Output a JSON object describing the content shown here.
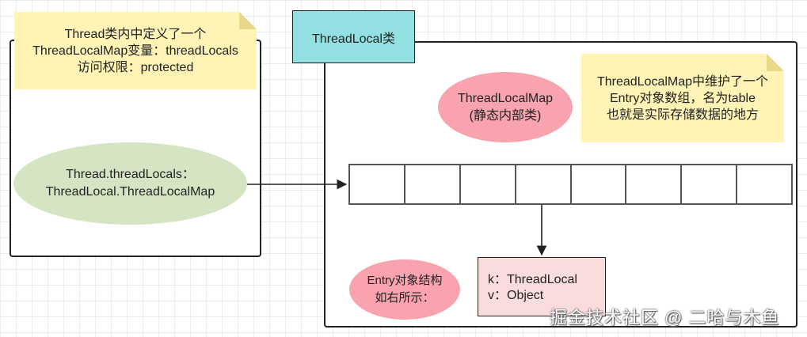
{
  "thread_note": {
    "text": "Thread类内中定义了一个\nThreadLocalMap变量：threadLocals\n访问权限：protected"
  },
  "threadlocal_class": {
    "label": "ThreadLocal类"
  },
  "thread_threadlocals": {
    "text": "Thread.threadLocals：\nThreadLocal.ThreadLocalMap"
  },
  "threadlocalmap": {
    "text": "ThreadLocalMap\n(静态内部类)"
  },
  "map_note": {
    "text": "ThreadLocalMap中维护了一个\nEntry对象数组，名为table\n也就是实际存储数据的地方"
  },
  "entry_array": {
    "cell_count": 8
  },
  "entry_struct": {
    "text": "Entry对象结构\n如右所示："
  },
  "entry_fields": {
    "k": "k：ThreadLocal",
    "v": "v：Object"
  },
  "watermark": {
    "text": "掘金技术社区 @ 二哈与木鱼"
  },
  "colors": {
    "note_yellow": "#fff3b5",
    "class_cyan": "#93e0e3",
    "ellipse_pink": "#f8a3ae",
    "ellipse_green": "#d5e5c3",
    "entry_pink": "#fbdcdc"
  }
}
